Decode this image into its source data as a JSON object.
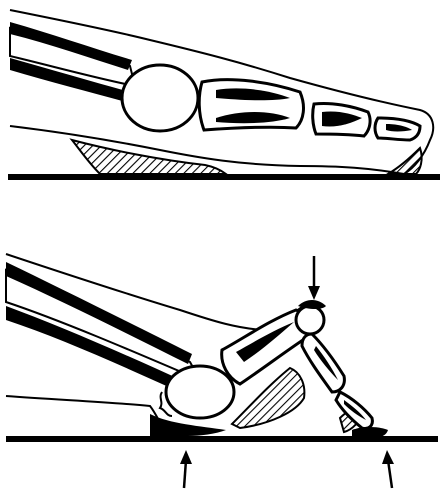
{
  "figure": {
    "panels": [
      {
        "id": "top",
        "subject": "toe-bones-flat"
      },
      {
        "id": "bottom",
        "subject": "toe-bones-flexed"
      }
    ],
    "arrows": [
      {
        "id": "top-pressure",
        "direction": "down"
      },
      {
        "id": "left-pressure",
        "direction": "up"
      },
      {
        "id": "right-pressure",
        "direction": "up"
      }
    ],
    "colors": {
      "ink": "#000000",
      "paper": "#ffffff"
    }
  }
}
